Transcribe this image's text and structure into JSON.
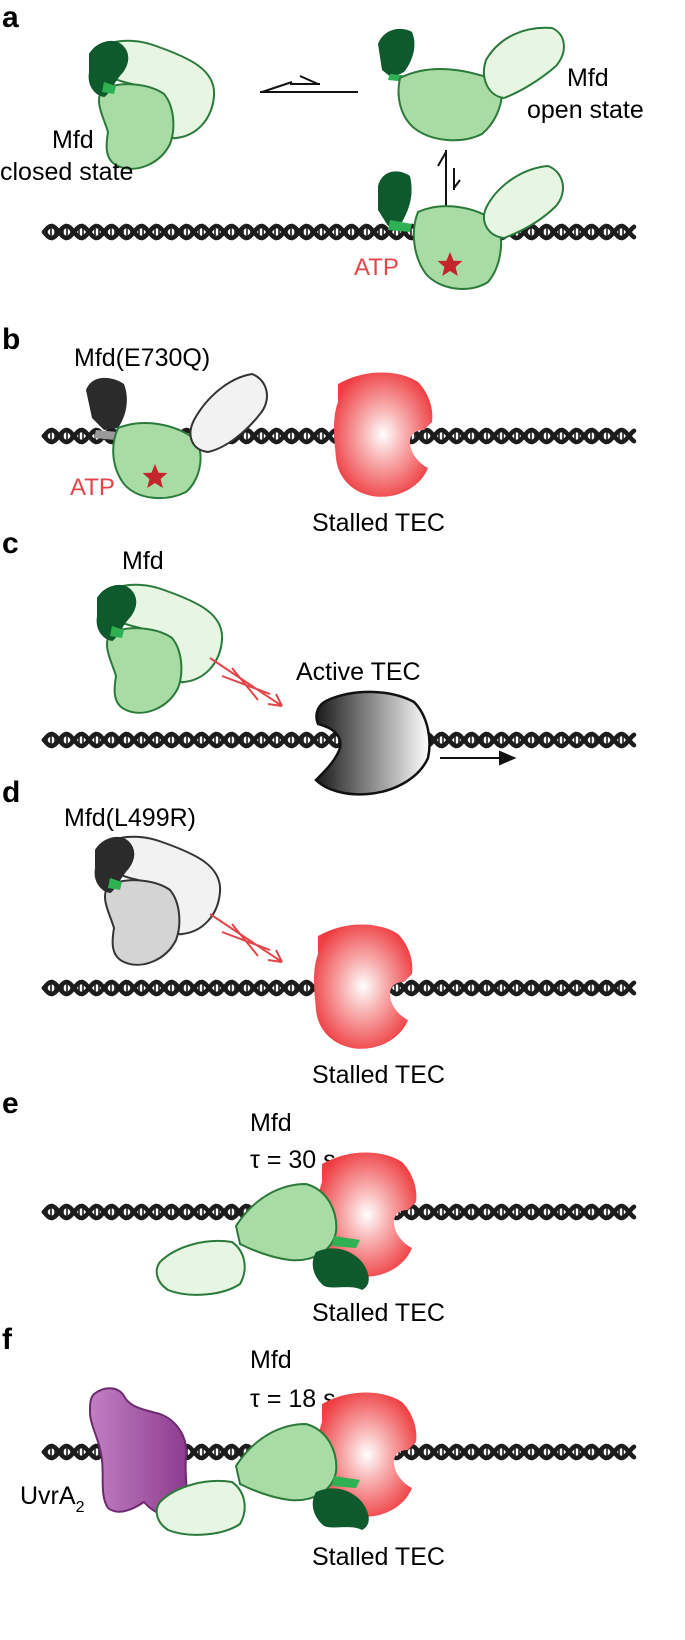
{
  "panels": {
    "a": {
      "letter": "a",
      "closed_line1": "Mfd",
      "closed_line2": "closed state",
      "open_line1": "Mfd",
      "open_line2": "open state",
      "atp": "ATP"
    },
    "b": {
      "letter": "b",
      "protein": "Mfd(E730Q)",
      "atp": "ATP",
      "tec": "Stalled TEC"
    },
    "c": {
      "letter": "c",
      "protein": "Mfd",
      "tec": "Active TEC"
    },
    "d": {
      "letter": "d",
      "protein": "Mfd(L499R)",
      "tec": "Stalled TEC"
    },
    "e": {
      "letter": "e",
      "protein": "Mfd",
      "tau": "τ = 30 s",
      "tec": "Stalled TEC"
    },
    "f": {
      "letter": "f",
      "protein": "Mfd",
      "tau": "τ = 18 s",
      "tec": "Stalled TEC",
      "uvra_base": "UvrA",
      "uvra_sub": "2"
    }
  },
  "colors": {
    "dna": "#1c1c1c",
    "mfd_light": "#a9dca5",
    "mfd_pale": "#e6f6e2",
    "mfd_dark": "#0f5a2c",
    "mfd_outline": "#2a7a3a",
    "mutant_gray": "#d4d4d4",
    "mutant_pale": "#f2f2f2",
    "mutant_dark": "#2b2b2b",
    "tec_red": "#ee3e42",
    "active_tec": "#333333",
    "uvra": "#b368b5",
    "atp_red": "#e0464a",
    "star": "#c4242c"
  }
}
